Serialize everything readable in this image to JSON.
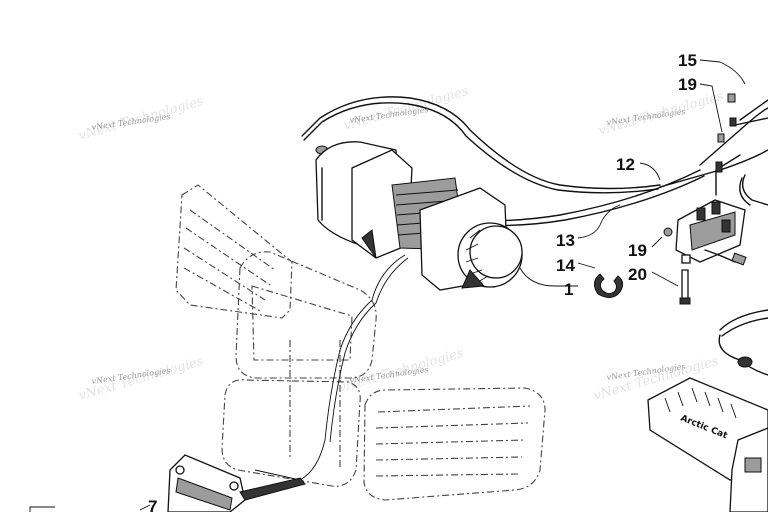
{
  "diagram": {
    "callouts": [
      {
        "id": "c1",
        "label": "1"
      },
      {
        "id": "c7",
        "label": "7"
      },
      {
        "id": "c12",
        "label": "12"
      },
      {
        "id": "c13",
        "label": "13"
      },
      {
        "id": "c14",
        "label": "14"
      },
      {
        "id": "c15",
        "label": "15"
      },
      {
        "id": "c19a",
        "label": "19"
      },
      {
        "id": "c19b",
        "label": "19"
      },
      {
        "id": "c20",
        "label": "20"
      }
    ],
    "watermark": "vNext Technologies",
    "brand_text": "Arctic Cat"
  },
  "colors": {
    "ink": "#111111",
    "watermark": "#9a9a9a",
    "part_shade": "#9c9c9c"
  }
}
